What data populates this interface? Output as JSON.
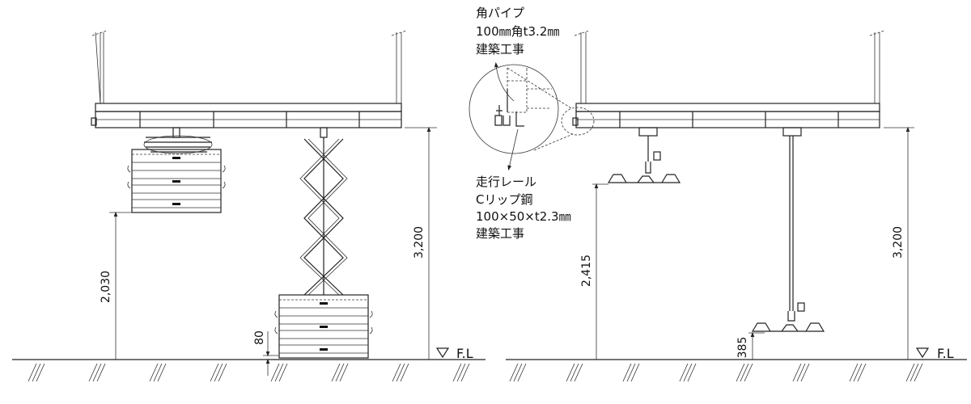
{
  "left_view": {
    "dim_ceiling_height": "3,200",
    "dim_lift1_height": "2,030",
    "dim_lift2_height": "80",
    "floor_label": "F.L"
  },
  "right_view": {
    "dim_ceiling_height": "3,200",
    "dim_lift3_height": "2,415",
    "dim_lift4_height": "385",
    "floor_label": "F.L"
  },
  "callouts": {
    "pipe": [
      "角パイプ",
      "100㎜角t3.2㎜",
      "建築工事"
    ],
    "rail": [
      "走行レール",
      "Cリップ鋼",
      "100×50×t2.3㎜",
      "建築工事"
    ]
  }
}
